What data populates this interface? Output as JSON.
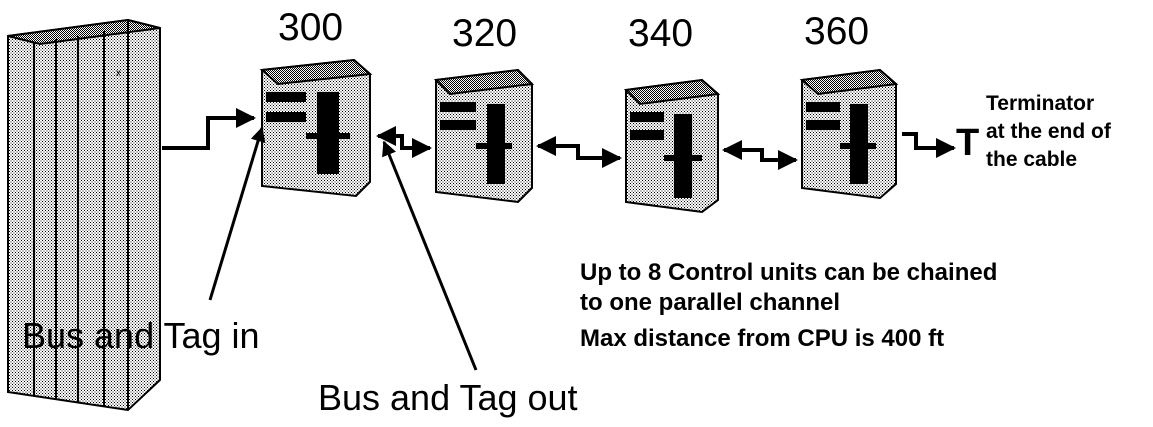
{
  "control_units": [
    {
      "number": "300"
    },
    {
      "number": "320"
    },
    {
      "number": "340"
    },
    {
      "number": "360"
    }
  ],
  "terminator": {
    "symbol": "T",
    "lines": [
      "Terminator",
      "at the end of",
      "the cable"
    ]
  },
  "notes": {
    "line1": "Up to 8 Control units can be chained",
    "line2": "to one parallel channel",
    "line3": "Max distance from CPU is 400 ft"
  },
  "labels": {
    "bus_tag_in": "Bus and Tag in",
    "bus_tag_out": "Bus and Tag out"
  }
}
